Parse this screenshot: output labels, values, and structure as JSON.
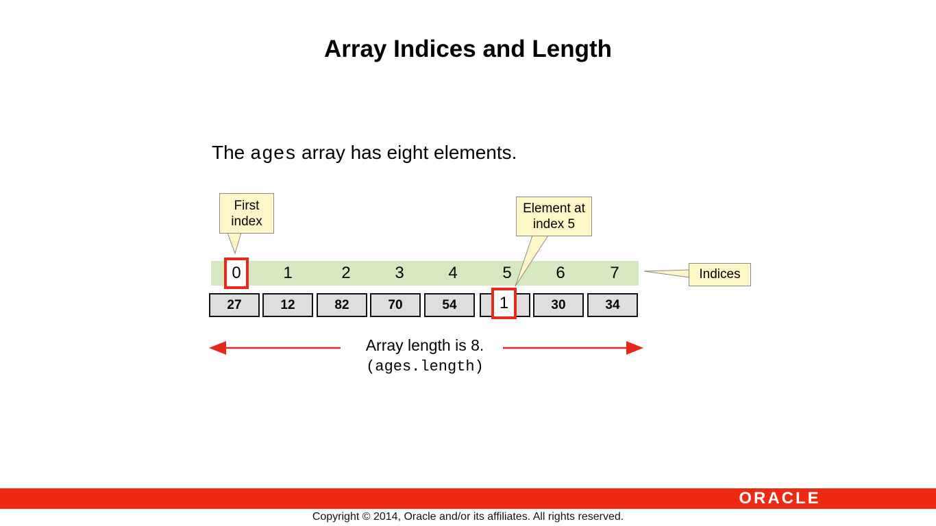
{
  "title": "Array Indices and Length",
  "sentence": {
    "before": "The ",
    "code": "ages",
    "after": " array has eight elements."
  },
  "indices": [
    "0",
    "1",
    "2",
    "3",
    "4",
    "5",
    "6",
    "7"
  ],
  "values": [
    "27",
    "12",
    "82",
    "70",
    "54",
    "1",
    "30",
    "34"
  ],
  "callouts": {
    "first_index": "First index",
    "element_at_index_5": "Element at index 5",
    "indices": "Indices"
  },
  "length": {
    "text": "Array length is 8.",
    "code": "(ages.length)"
  },
  "footer": {
    "logo": "ORACLE",
    "copyright": "Copyright © 2014, Oracle and/or its affiliates. All rights reserved."
  },
  "colors": {
    "highlight": "#e8281c",
    "index_bar": "#d5e8bf",
    "callout": "#fdf6c6",
    "footer_bar": "#ee2a12"
  }
}
